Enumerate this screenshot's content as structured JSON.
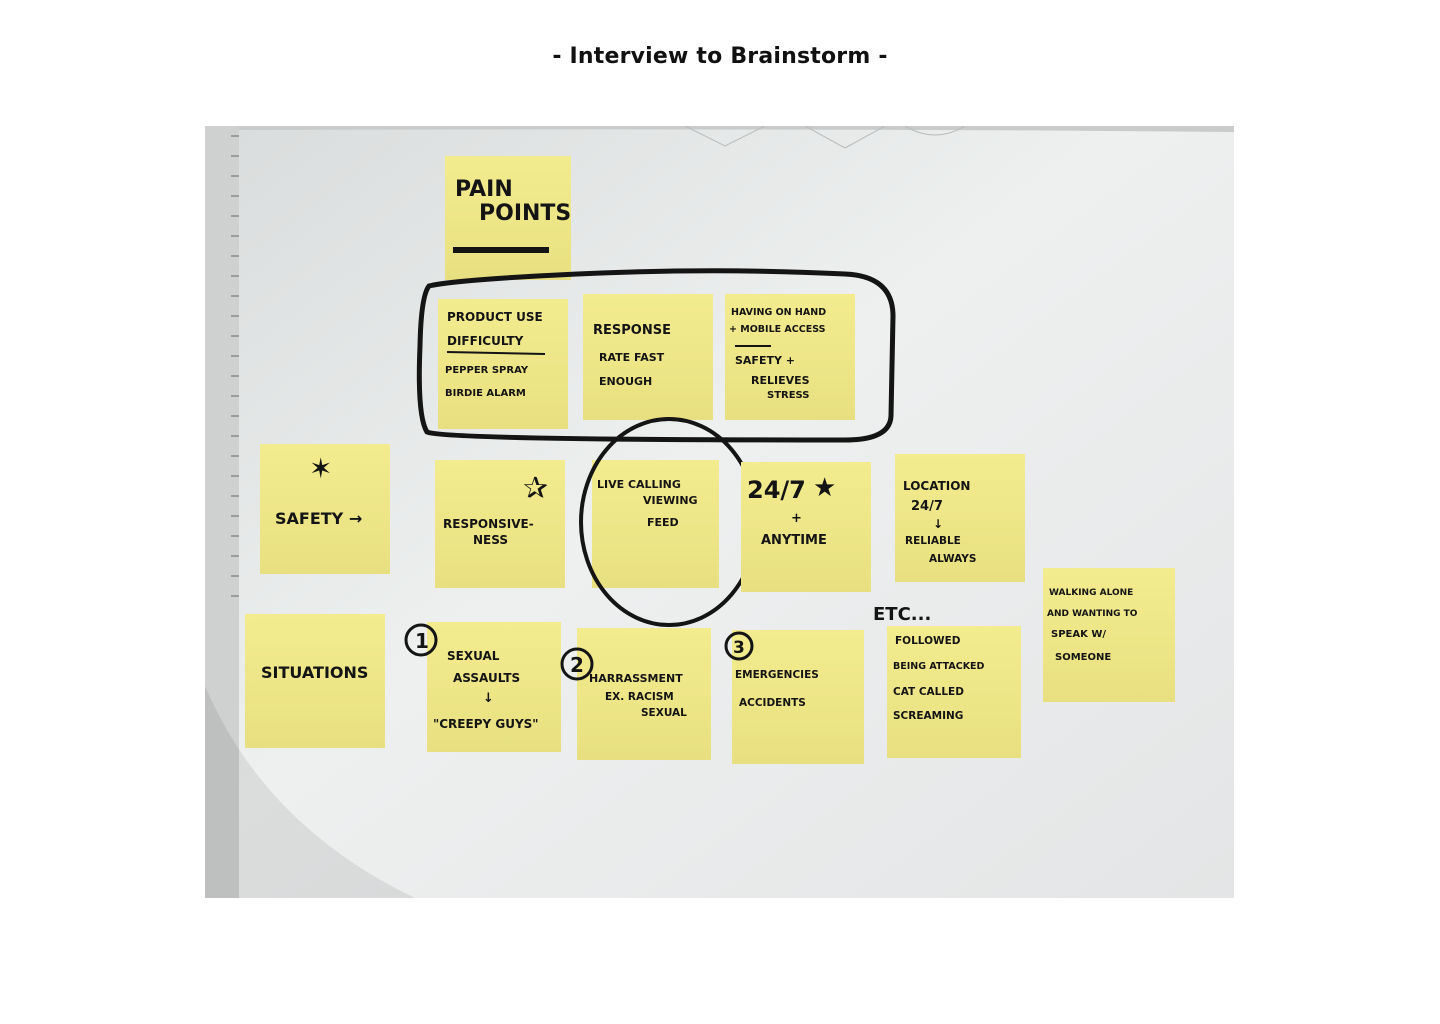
{
  "page": {
    "title": "- Interview to Brainstorm -"
  },
  "board": {
    "header_note": {
      "line1": "PAIN",
      "line2": "POINTS"
    },
    "pain_points": [
      {
        "lines": [
          "PRODUCT USE",
          "DIFFICULTY",
          "PEPPER SPRAY",
          "BIRDIE ALARM"
        ]
      },
      {
        "lines": [
          "RESPONSE",
          "RATE FAST",
          "ENOUGH"
        ]
      },
      {
        "lines": [
          "HAVING ON HAND",
          "+ MOBILE ACCESS",
          "SAFETY +",
          "RELIEVES",
          "STRESS"
        ]
      }
    ],
    "values": [
      {
        "lines": [
          "SAFETY →"
        ]
      },
      {
        "lines": [
          "RESPONSIVE-",
          "NESS"
        ]
      },
      {
        "lines": [
          "LIVE CALLING",
          "VIEWING",
          "FEED"
        ]
      },
      {
        "lines": [
          "24/7",
          "+",
          "ANYTIME"
        ]
      },
      {
        "lines": [
          "LOCATION",
          "24/7",
          "↓",
          "RELIABLE",
          "ALWAYS"
        ]
      }
    ],
    "situations": [
      {
        "lines": [
          "SITUATIONS"
        ]
      },
      {
        "num": "1",
        "lines": [
          "SEXUAL",
          "ASSAULTS",
          "↓",
          "\"CREEPY GUYS\""
        ]
      },
      {
        "num": "2",
        "lines": [
          "HARRASSMENT",
          "EX. RACISM",
          "SEXUAL"
        ]
      },
      {
        "num": "3",
        "lines": [
          "EMERGENCIES",
          "ACCIDENTS"
        ]
      },
      {
        "lines": [
          "FOLLOWED",
          "BEING ATTACKED",
          "CAT CALLED",
          "SCREAMING"
        ]
      },
      {
        "lines": [
          "WALKING ALONE",
          "AND WANTING TO",
          "SPEAK W/",
          "SOMEONE"
        ]
      }
    ],
    "etc_label": "ETC...",
    "colors": {
      "note": "#efe88a",
      "board": "#eceeee",
      "ink": "#141414"
    }
  }
}
